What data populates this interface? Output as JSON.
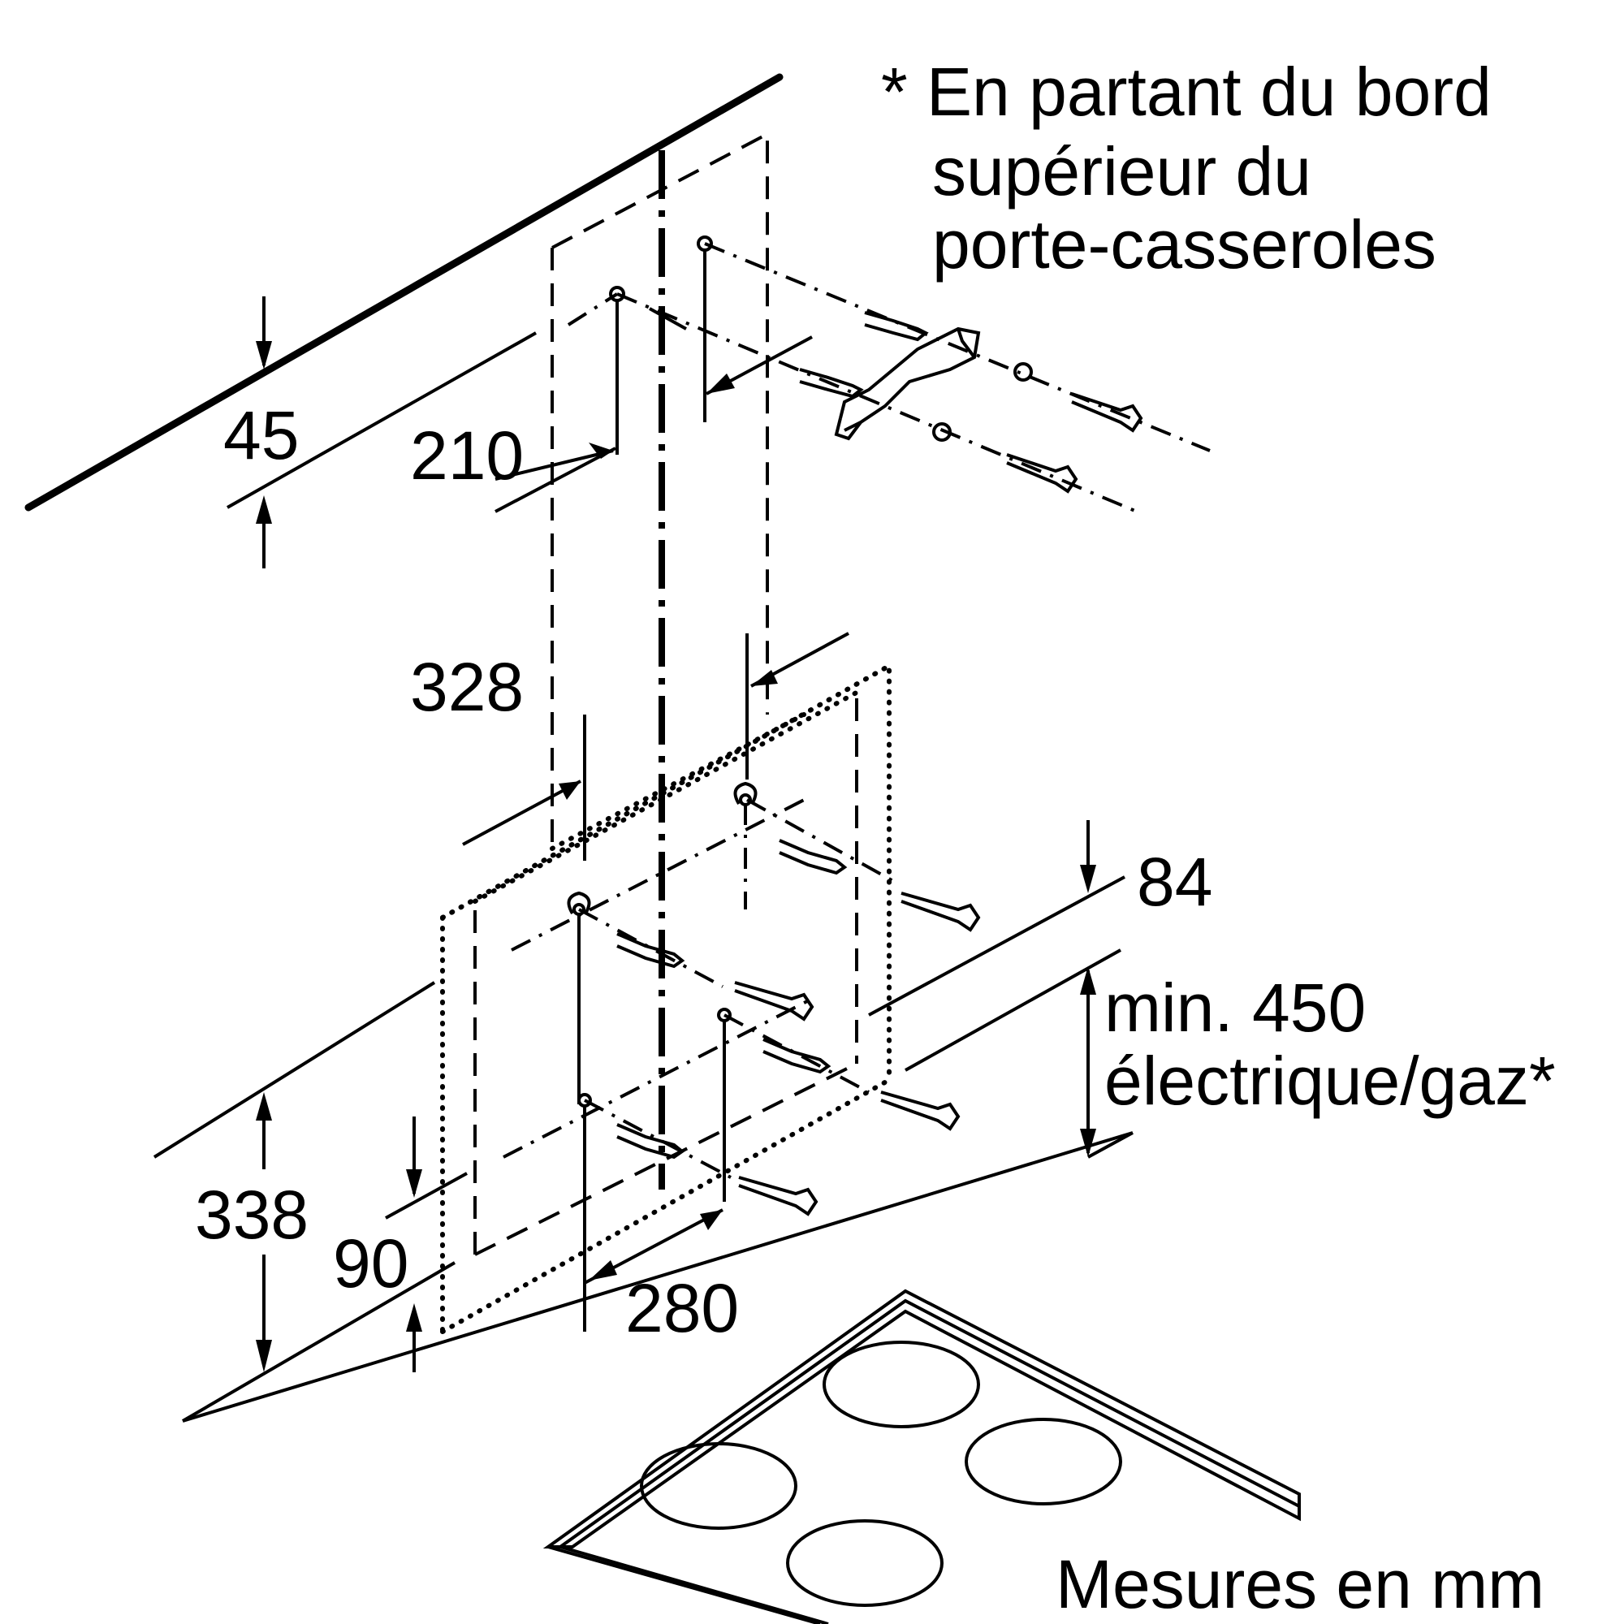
{
  "dimensions": {
    "d45": "45",
    "d210": "210",
    "d328": "328",
    "d84": "84",
    "min_450": "min. 450",
    "electrique_gaz": "électrique/gaz*",
    "d338": "338",
    "d90": "90",
    "d280": "280"
  },
  "note": {
    "line1": "* En partant du bord",
    "line2": "supérieur du",
    "line3": "porte-casseroles"
  },
  "footer": {
    "units": "Mesures en mm"
  }
}
